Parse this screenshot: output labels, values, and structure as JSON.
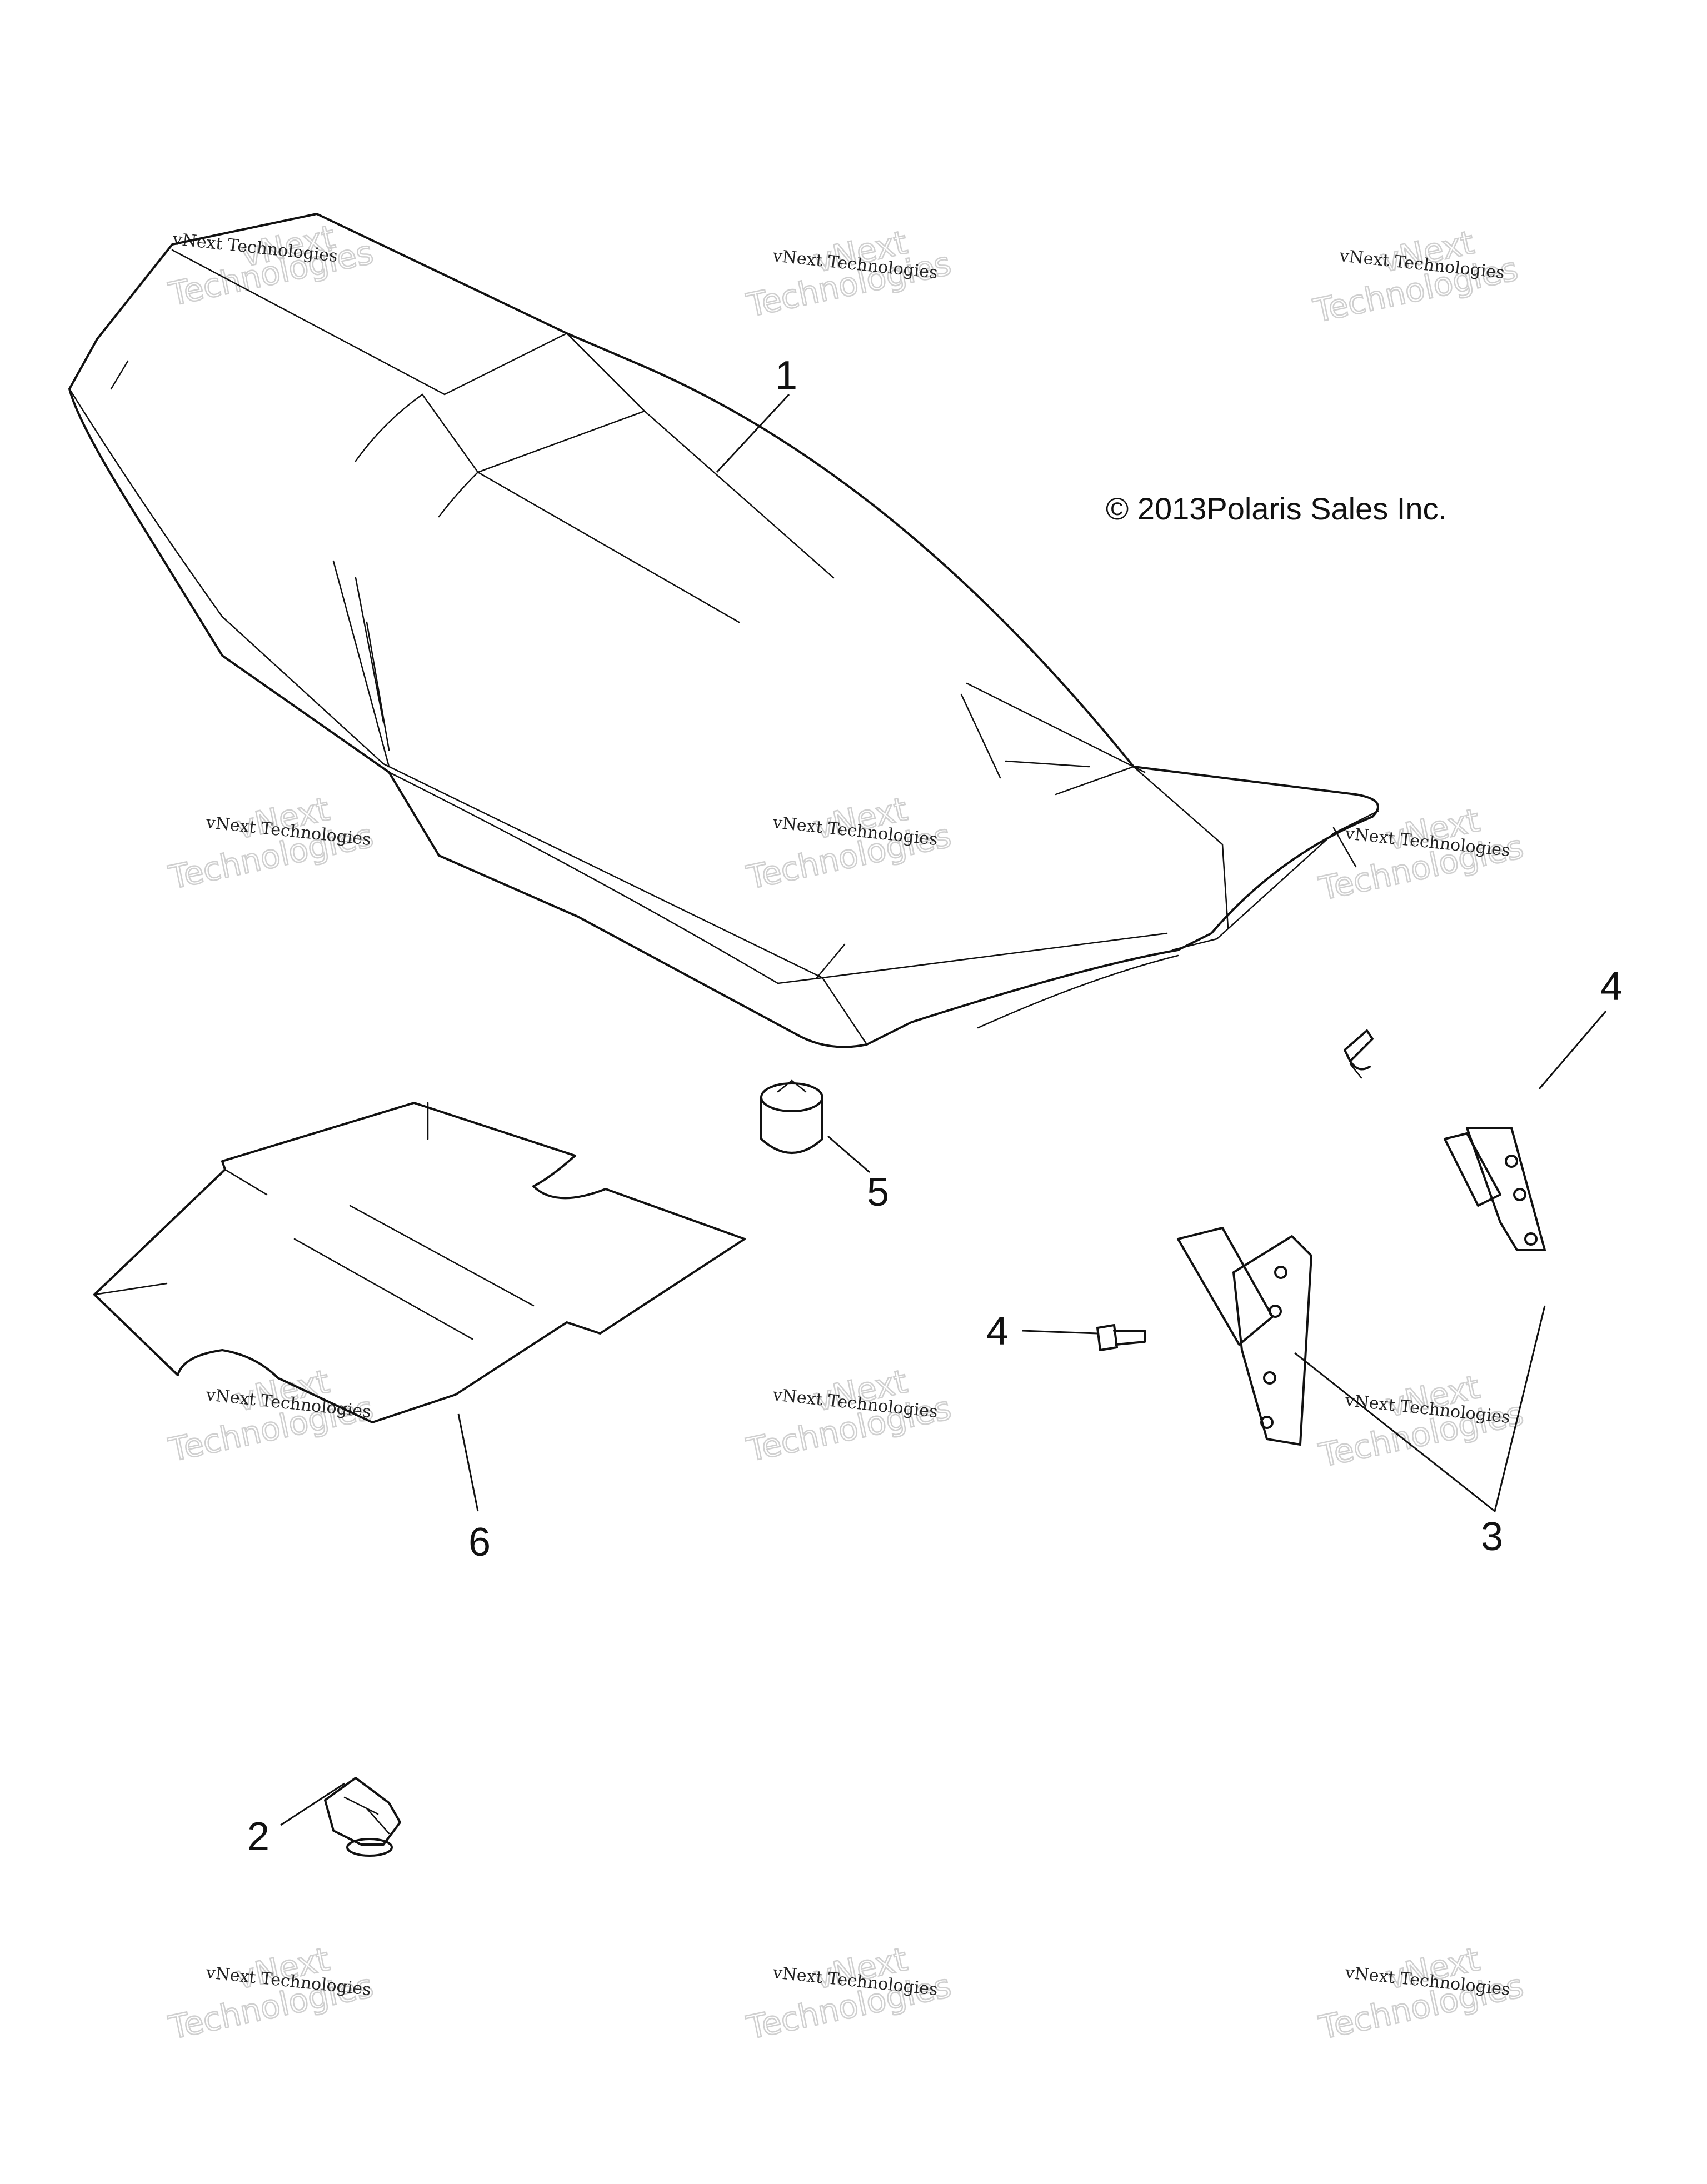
{
  "diagram": {
    "copyright": "© 2013Polaris Sales Inc.",
    "watermark": {
      "line1": "vNext Technologies",
      "line2a": "vNext",
      "line2b": "Technologies"
    },
    "callouts": {
      "c1": "1",
      "c2": "2",
      "c3": "3",
      "c4a": "4",
      "c4b": "4",
      "c5": "5",
      "c6": "6"
    },
    "colors": {
      "line": "#111111",
      "watermark": "#cfcfcf",
      "background": "#ffffff"
    }
  }
}
